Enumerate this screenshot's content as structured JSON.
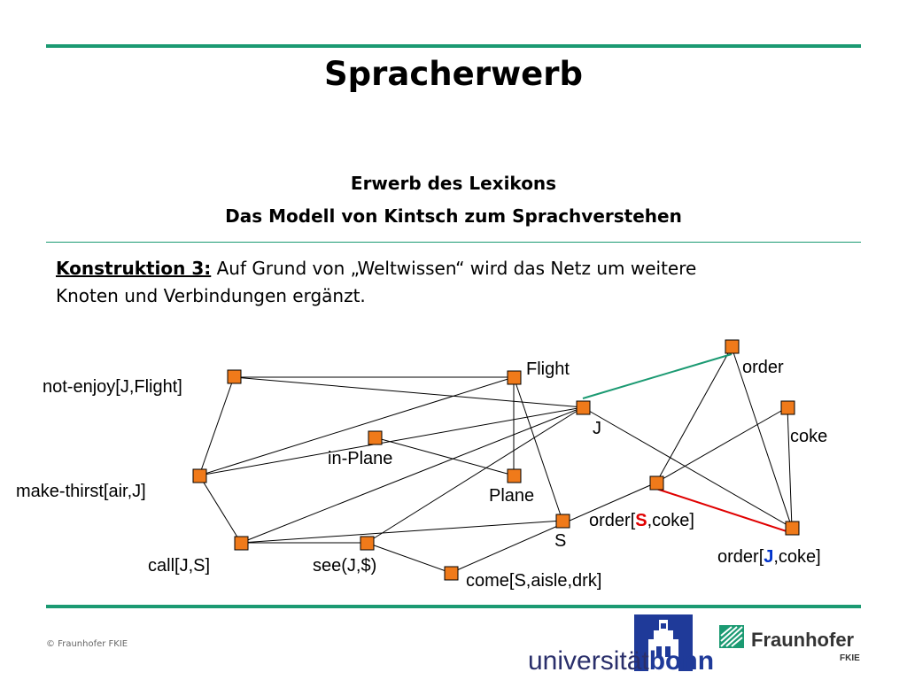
{
  "title": "Spracherwerb",
  "subtitle1": "Erwerb des Lexikons",
  "subtitle2": "Das Modell von Kintsch zum Sprachverstehen",
  "paragraph": {
    "lead": "Konstruktion 3:",
    "text_line1": " Auf Grund von „Weltwissen“ wird das Netz um weitere",
    "text_line2": "Knoten und Verbindungen ergänzt."
  },
  "network": {
    "node_color": "#f07a1a",
    "edge_color": "#000000",
    "highlight_edges": {
      "teal": "#1b9a72",
      "red": "#e00000"
    },
    "labels": {
      "not_enjoy": "not-enjoy[J,Flight]",
      "flight": "Flight",
      "order": "order",
      "j": "J",
      "coke": "coke",
      "in_plane": "in-Plane",
      "make_thirst": "make-thirst[air,J]",
      "plane": "Plane",
      "s": "S",
      "order_s_pre": "order[",
      "order_s_hl": "S",
      "order_s_post": ",coke]",
      "call": "call[J,S]",
      "see": "see(J,$)",
      "come": "come[S,aisle,drk]",
      "order_j_pre": "order[",
      "order_j_hl": "J",
      "order_j_post": ",coke]"
    }
  },
  "footer": {
    "copyright": "© Fraunhofer FKIE",
    "uni_prefix": "universität",
    "uni_bold": "bonn",
    "fraunhofer": "Fraunhofer",
    "fkie": "FKIE"
  }
}
